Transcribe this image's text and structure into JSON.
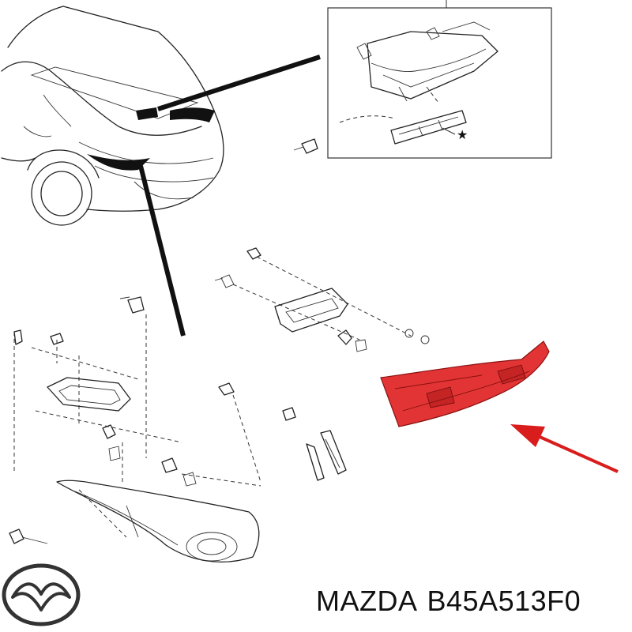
{
  "caption": {
    "brand": "MAZDA",
    "part_number": "B45A513F0"
  },
  "highlight": {
    "part": "inner-tail-lamp",
    "color": "#e23434",
    "arrow_color": "#d91c1c"
  },
  "inset": {
    "marker_symbol": "★"
  },
  "logo": {
    "name": "mazda-logo"
  }
}
